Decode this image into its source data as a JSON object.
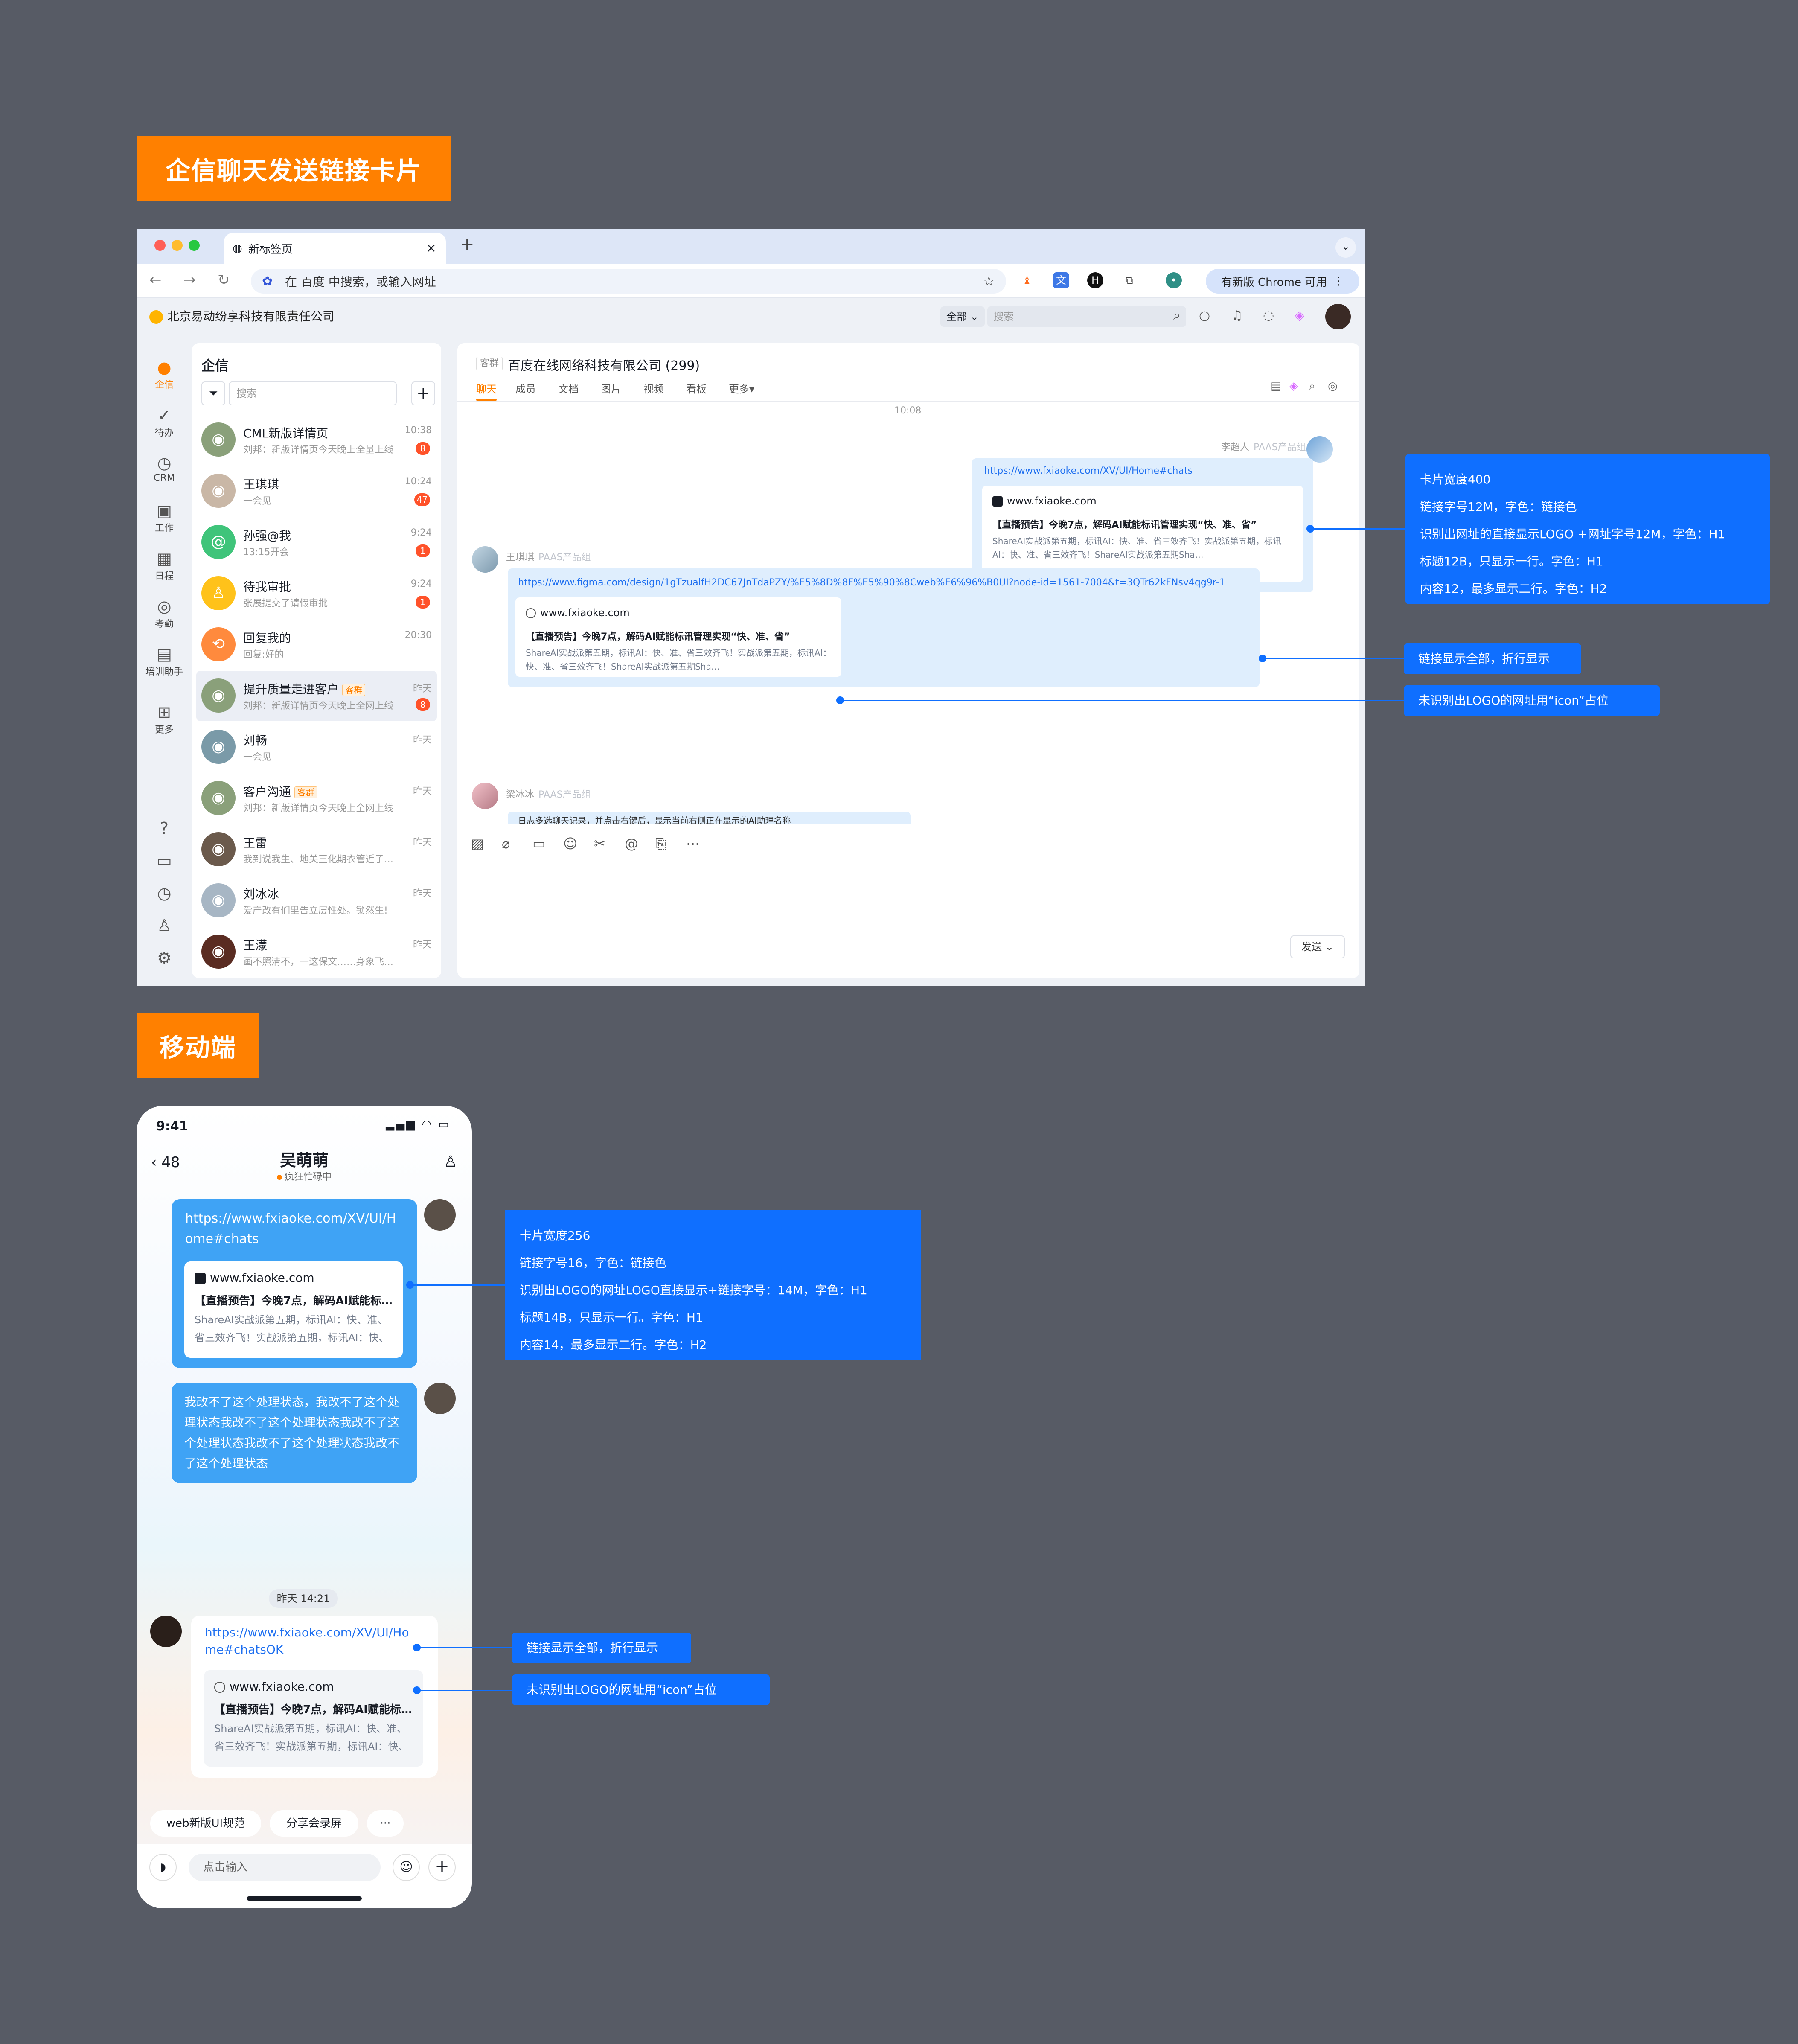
{
  "headings": {
    "desktop": "企信聊天发送链接卡片",
    "mobile": "移动端"
  },
  "browser": {
    "tab_title": "新标签页",
    "tab_close": "×",
    "new_tab": "+",
    "omnibox_placeholder": "在 百度 中搜索，或输入网址",
    "update_button": "有新版 Chrome 可用"
  },
  "app": {
    "company": "北京易动纷享科技有限责任公司",
    "scope": "全部",
    "search_placeholder": "搜索",
    "nav": [
      {
        "label": "企信",
        "icon": "chat-bubble-icon",
        "glyph": "●",
        "active": true
      },
      {
        "label": "待办",
        "icon": "check-circle-icon",
        "glyph": "✓"
      },
      {
        "label": "CRM",
        "icon": "clock-icon",
        "glyph": "◷"
      },
      {
        "label": "工作",
        "icon": "briefcase-icon",
        "glyph": "▣"
      },
      {
        "label": "日程",
        "icon": "calendar-icon",
        "glyph": "▦"
      },
      {
        "label": "考勤",
        "icon": "location-icon",
        "glyph": "◎"
      },
      {
        "label": "培训助手",
        "icon": "book-icon",
        "glyph": "▤"
      },
      {
        "label": "更多",
        "icon": "grid-icon",
        "glyph": "⊞"
      }
    ],
    "conversations_title": "企信",
    "conv_search_placeholder": "搜索",
    "conversations": [
      {
        "name": "CML新版详情页",
        "preview": "刘邦：新版详情页今天晚上全量上线",
        "time": "10:38",
        "badge": "8",
        "avatar_color": "#8aa07a",
        "avatar_glyph": "◉"
      },
      {
        "name": "王琪琪",
        "preview": "一会见",
        "time": "10:24",
        "badge": "47",
        "avatar_color": "#c9b7a6",
        "avatar_glyph": "◉"
      },
      {
        "name": "孙强@我",
        "preview": "13:15开会",
        "time": "9:24",
        "badge": "1",
        "avatar_color": "#3fc47a",
        "avatar_glyph": "@"
      },
      {
        "name": "待我审批",
        "preview": "张展提交了请假审批",
        "time": "9:24",
        "badge": "1",
        "avatar_color": "#ffc21a",
        "avatar_glyph": "♙"
      },
      {
        "name": "回复我的",
        "preview": "回复:好的",
        "time": "20:30",
        "badge": "",
        "avatar_color": "#ff8a3d",
        "avatar_glyph": "⟲"
      },
      {
        "name": "提升质量走进客户",
        "tag": "客群",
        "preview": "刘邦：新版详情页今天晚上全网上线",
        "time": "昨天",
        "badge": "8",
        "avatar_color": "#8aa07a",
        "avatar_glyph": "◉",
        "selected": true
      },
      {
        "name": "刘畅",
        "preview": "一会见",
        "time": "昨天",
        "badge": "",
        "avatar_color": "#7a9aa8",
        "avatar_glyph": "◉"
      },
      {
        "name": "客户沟通",
        "tag": "客群",
        "preview": "刘邦：新版详情页今天晚上全网上线",
        "time": "昨天",
        "badge": "",
        "avatar_color": "#8aa07a",
        "avatar_glyph": "◉"
      },
      {
        "name": "王雷",
        "preview": "我到说我生、地关王化期衣管近子我们",
        "time": "昨天",
        "badge": "",
        "avatar_color": "#6b5a4c",
        "avatar_glyph": "◉"
      },
      {
        "name": "刘冰冰",
        "preview": "爱产改有们里告立层性处。锁然生!",
        "time": "昨天",
        "badge": "",
        "avatar_color": "#a7b6c4",
        "avatar_glyph": "◉"
      },
      {
        "name": "王濛",
        "preview": "画不照清不，一这保文……身象飞级个",
        "time": "昨天",
        "badge": "",
        "avatar_color": "#5a2c22",
        "avatar_glyph": "◉"
      }
    ],
    "chat": {
      "group_tag": "客群",
      "group_name": "百度在线网络科技有限公司 (299)",
      "tabs": [
        "聊天",
        "成员",
        "文档",
        "图片",
        "视频",
        "看板",
        "更多▾"
      ],
      "time1": "10:08",
      "msg1": {
        "sender": "李超人",
        "role": "PAAS产品组",
        "link": "https://www.fxiaoke.com/XV/UI/Home#chats",
        "site": "www.fxiaoke.com",
        "title": "【直播预告】今晚7点，解码AI赋能标讯管理实现“快、准、省”",
        "desc": "ShareAI实战派第五期，标讯AI：快、准、省三效齐飞！实战派第五期，标讯AI：快、准、省三效齐飞！ShareAI实战派第五期Sha…"
      },
      "msg2": {
        "sender": "王琪琪",
        "role": "PAAS产品组",
        "link": "https://www.figma.com/design/1gTzualfH2DC67JnTdaPZY/%E5%8D%8F%E5%90%8Cweb%E6%96%B0UI?node-id=1561-7004&t=3QTr62kFNsv4qg9r-1",
        "site": "www.fxiaoke.com",
        "title": "【直播预告】今晚7点，解码AI赋能标讯管理实现“快、准、省”",
        "desc": "ShareAI实战派第五期，标讯AI：快、准、省三效齐飞！实战派第五期，标讯AI：快、准、省三效齐飞！ShareAI实战派第五期Sha…"
      },
      "msg3": {
        "sender": "梁冰冰",
        "role": "PAAS产品组",
        "partial_text": "日志多选聊天记录，并点击右键后，显示当前右侧正在显示的AI助理名称"
      },
      "send_label": "发送 ⌄"
    }
  },
  "annotations_desktop": {
    "card": [
      "卡片宽度400",
      "链接字号12M，字色：链接色",
      "识别出网址的直接显示LOGO +网址字号12M，字色：H1",
      "标题12B，只显示一行。字色：H1",
      "内容12，最多显示二行。字色：H2"
    ],
    "wrap": "链接显示全部，折行显示",
    "icon": "未识别出LOGO的网址用“icon”占位"
  },
  "mobile": {
    "time": "9:41",
    "status_icons": "▂▄▆ ◠ ▭",
    "back": "‹ 48",
    "title": "吴萌萌",
    "status": "疯狂忙碌中",
    "msg1": {
      "link": "https://www.fxiaoke.com/XV/UI/Home#chats",
      "site": "www.fxiaoke.com",
      "title": "【直播预告】今晚7点，解码AI赋能标讯管理实现“快、准、省”",
      "desc": "ShareAI实战派第五期，标讯AI：快、准、省三效齐飞！实战派第五期，标讯AI：快、准、省三效齐飞！"
    },
    "msg2": "我改不了这个处理状态，我改不了这个处理状态我改不了这个处理状态我改不了这个处理状态我改不了这个处理状态我改不了这个处理状态",
    "time_divider": "昨天 14:21",
    "msg3": {
      "link": "https://www.fxiaoke.com/XV/UI/Home#chatsOK",
      "site": "www.fxiaoke.com",
      "title": "【直播预告】今晚7点，解码AI赋能标讯管理实现“快、准、省”",
      "desc": "ShareAI实战派第五期，标讯AI：快、准、省三效齐飞！实战派第五期，标讯AI：快、准、省三效齐飞！"
    },
    "chips": [
      "web新版UI规范",
      "分享会录屏",
      "···"
    ],
    "input_placeholder": "点击输入"
  },
  "annotations_mobile": {
    "card": [
      "卡片宽度256",
      "链接字号16，字色：链接色",
      "识别出LOGO的网址LOGO直接显示+链接字号：14M，字色：H1",
      "标题14B，只显示一行。字色：H1",
      "内容14，最多显示二行。字色：H2"
    ],
    "wrap": "链接显示全部，折行显示",
    "icon": "未识别出LOGO的网址用“icon”占位"
  },
  "colors": {
    "brand": "#ff8000",
    "annotation": "#0f6fff",
    "link": "#1e6ff0",
    "mobile_bubble": "#3fa3f5",
    "badge": "#ff522a"
  }
}
